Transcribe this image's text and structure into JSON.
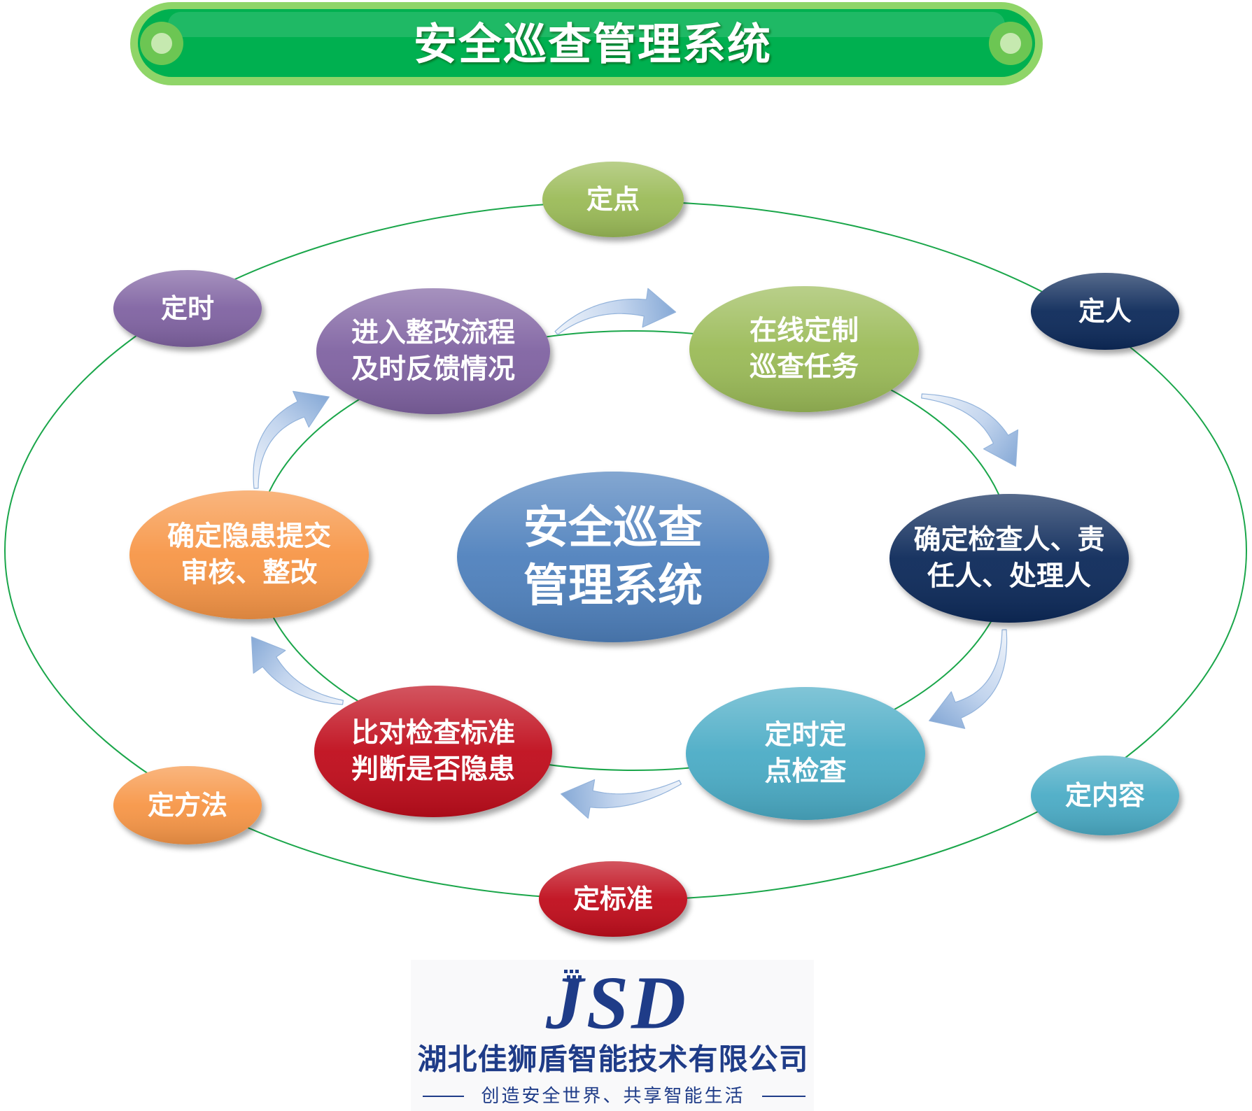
{
  "title": "安全巡查管理系统",
  "center": {
    "lines": [
      "安全巡查",
      "管理系统"
    ],
    "color": "#4f81bd"
  },
  "outer_nodes": [
    {
      "label": "定点",
      "color": "#9bbb59"
    },
    {
      "label": "定人",
      "color": "#10295a"
    },
    {
      "label": "定内容",
      "color": "#4bacc6"
    },
    {
      "label": "定标准",
      "color": "#c00f1e"
    },
    {
      "label": "定方法",
      "color": "#f79646"
    },
    {
      "label": "定时",
      "color": "#8064a2"
    }
  ],
  "process_nodes": [
    {
      "lines": [
        "在线定制",
        "巡查任务"
      ],
      "color": "#9bbb59"
    },
    {
      "lines": [
        "确定检查人、责",
        "任人、处理人"
      ],
      "color": "#10295a"
    },
    {
      "lines": [
        "定时定",
        "点检查"
      ],
      "color": "#4bacc6"
    },
    {
      "lines": [
        "比对检查标准",
        "判断是否隐患"
      ],
      "color": "#c00f1e"
    },
    {
      "lines": [
        "确定隐患提交",
        "审核、整改"
      ],
      "color": "#f79646"
    },
    {
      "lines": [
        "进入整改流程",
        "及时反馈情况"
      ],
      "color": "#8064a2"
    }
  ],
  "logo": {
    "mark": "JSD",
    "company": "湖北佳狮盾智能技术有限公司",
    "slogan": "创造安全世界、共享智能生活"
  },
  "colors": {
    "title_banner": "#00b050",
    "title_banner_rim": "#8fd568",
    "ring_line": "#1aa64a",
    "logo": "#1f3c88"
  }
}
